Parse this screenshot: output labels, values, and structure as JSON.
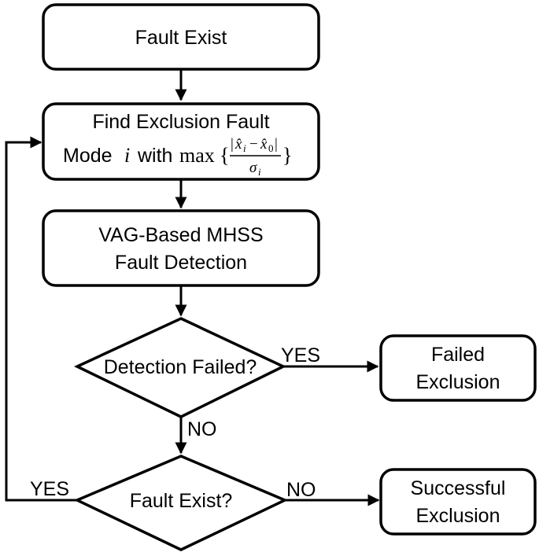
{
  "nodes": {
    "fault_exist": {
      "label": "Fault Exist"
    },
    "find_exclusion": {
      "line1": "Find Exclusion Fault",
      "line2_prefix": "Mode",
      "line2_var": "i",
      "line2_with": "with",
      "line2_max": "max",
      "frac_numerator_var1": "x̂",
      "frac_numerator_sub1": "i",
      "frac_numerator_minus": "−",
      "frac_numerator_var2": "x̂",
      "frac_numerator_sub2": "0",
      "frac_denominator_var": "σ",
      "frac_denominator_sub": "i"
    },
    "vag_detection": {
      "line1": "VAG-Based MHSS",
      "line2": "Fault Detection"
    },
    "detection_failed": {
      "label": "Detection Failed?"
    },
    "failed_exclusion": {
      "line1": "Failed",
      "line2": "Exclusion"
    },
    "fault_exist_q": {
      "label": "Fault Exist?"
    },
    "successful_exclusion": {
      "line1": "Successful",
      "line2": "Exclusion"
    }
  },
  "edges": {
    "detection_yes": "YES",
    "detection_no": "NO",
    "fault_yes": "YES",
    "fault_no": "NO"
  }
}
